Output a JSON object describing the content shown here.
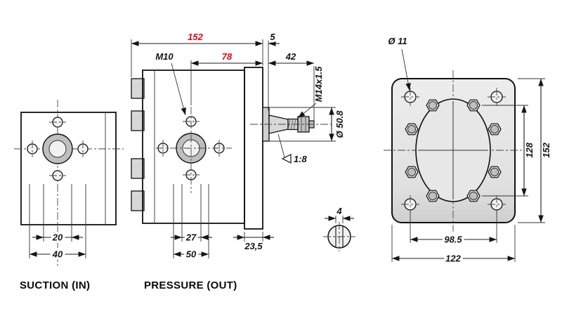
{
  "drawing": {
    "labels": {
      "suction": "SUCTION (IN)",
      "pressure": "PRESSURE (OUT)"
    },
    "suction_view": {
      "port_bore": "20",
      "port_flange": "40"
    },
    "pressure_view": {
      "total_length": "152",
      "center_to_face": "78",
      "bolt_thread": "M10",
      "pilot_protrusion": "5",
      "shaft_length": "42",
      "shaft_thread": "M14x1.5",
      "pilot_diameter": "Ø 50.8",
      "taper_ratio": "1:8",
      "port_bore": "27",
      "port_bolt_spacing": "50",
      "plate_thickness": "23,5"
    },
    "flange_view": {
      "hole_diameter": "Ø 11",
      "bolt_spacing_vertical": "128",
      "flange_height": "152",
      "bolt_spacing_horizontal": "98.5",
      "flange_width": "122"
    },
    "key_detail": {
      "key_width": "4"
    },
    "colors": {
      "highlight_red": "#e30613",
      "line": "#111111"
    }
  }
}
